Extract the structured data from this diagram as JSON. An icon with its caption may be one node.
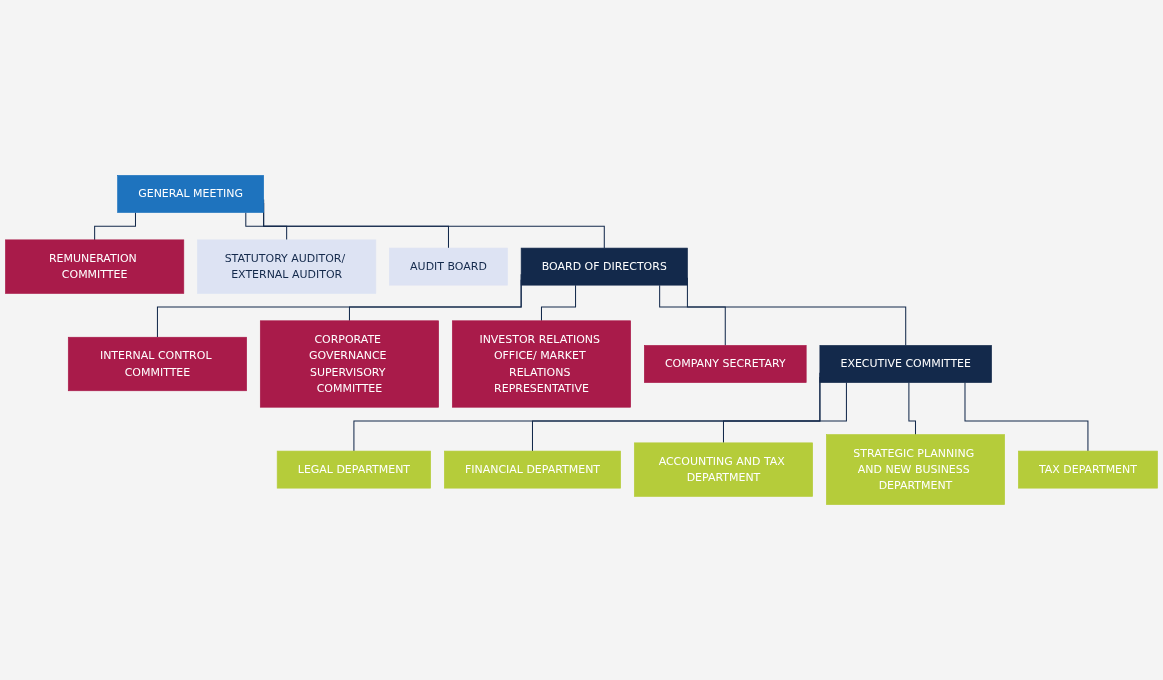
{
  "diagram": {
    "nodes": [
      {
        "text": [
          "GENERAL MEETING"
        ]
      },
      {
        "text": [
          "REMUNERATION COMMITTEE"
        ]
      },
      {
        "text": [
          "STATUTORY AUDITOR/ EXTERNAL AUDITOR"
        ]
      },
      {
        "text": [
          "AUDIT BOARD"
        ]
      },
      {
        "text": [
          "BOARD OF DIRECTORS"
        ]
      },
      {
        "text": [
          "INTERNAL CONTROL COMMITTEE"
        ]
      },
      {
        "text": [
          "CORPORATE GOVERNANCE SUPERVISORY COMMITTEE"
        ]
      },
      {
        "text": [
          "INVESTOR RELATIONS OFFICE/ MARKET RELATIONS REPRESENTATIVE"
        ]
      },
      {
        "text": [
          "COMPANY SECRETARY"
        ]
      },
      {
        "text": [
          "EXECUTIVE COMMITTEE"
        ]
      },
      {
        "text": [
          "LEGAL DEPARTMENT"
        ]
      },
      {
        "text": [
          "FINANCIAL DEPARTMENT"
        ]
      },
      {
        "text": [
          "ACCOUNTING AND TAX DEPARTMENT"
        ]
      },
      {
        "text": [
          "STRATEGIC PLANNING AND NEW BUSINESS DEPARTMENT"
        ]
      },
      {
        "text": [
          "TAX DEPARTMENT"
        ]
      }
    ],
    "edges": [
      {
        "from": 0,
        "to": 1,
        "arrow": "none"
      },
      {
        "from": 0,
        "to": 2,
        "arrow": "none"
      },
      {
        "from": 0,
        "to": 3,
        "arrow": "none"
      },
      {
        "from": 0,
        "to": 4,
        "arrow": "none"
      },
      {
        "from": 4,
        "to": 5,
        "arrow": "none"
      },
      {
        "from": 4,
        "to": 6,
        "arrow": "none"
      },
      {
        "from": 4,
        "to": 7,
        "arrow": "none"
      },
      {
        "from": 4,
        "to": 8,
        "arrow": "none"
      },
      {
        "from": 4,
        "to": 9,
        "arrow": "none"
      },
      {
        "from": 9,
        "to": 10,
        "arrow": "none"
      },
      {
        "from": 9,
        "to": 11,
        "arrow": "none"
      },
      {
        "from": 9,
        "to": 12,
        "arrow": "none"
      },
      {
        "from": 9,
        "to": 13,
        "arrow": "none"
      },
      {
        "from": 9,
        "to": 14,
        "arrow": "none"
      }
    ]
  }
}
